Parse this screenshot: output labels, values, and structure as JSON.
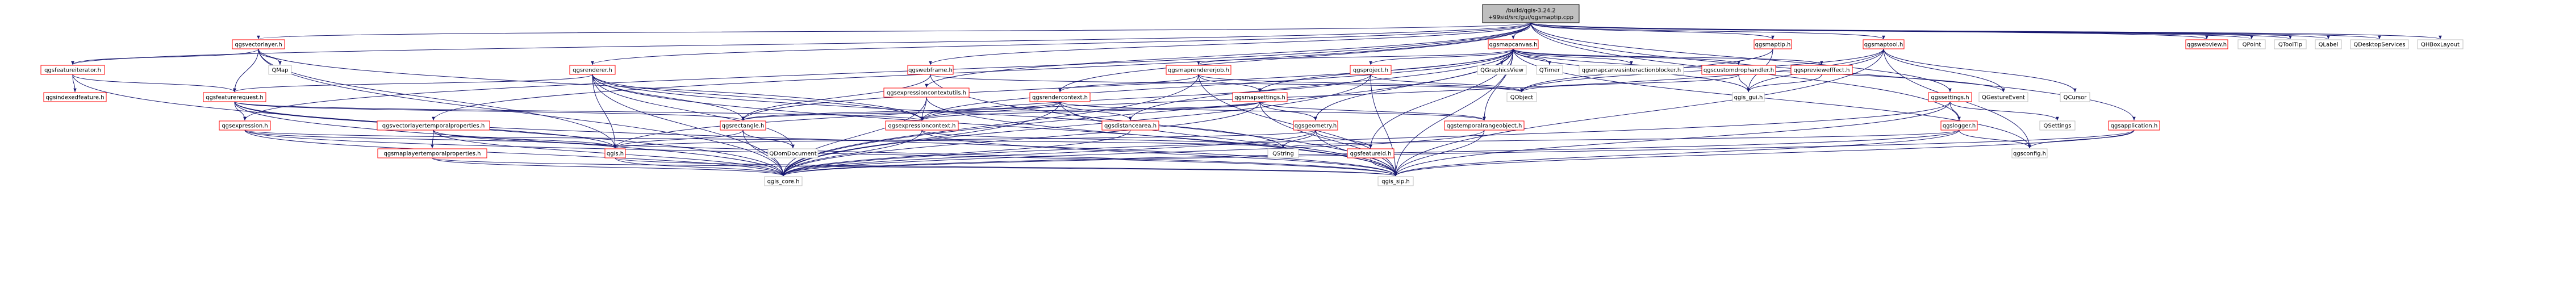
{
  "graph": {
    "root": "qgsmaptip.cpp",
    "colors": {
      "root_fill": "#bfbfbf",
      "root_stroke": "#000000",
      "node_stroke_linked": "#ff0000",
      "node_stroke_plain": "#bfbfbf",
      "node_fill": "#ffffff",
      "edge": "#191970"
    },
    "nodes": [
      {
        "id": "root",
        "lines": [
          "/build/qgis-3.24.2",
          "+99sid/src/gui/qgsmaptip.cpp"
        ],
        "type": "root"
      },
      {
        "id": "qgsvectorlayer",
        "lines": [
          "qgsvectorlayer.h"
        ],
        "type": "linked"
      },
      {
        "id": "qgsmapcanvas",
        "lines": [
          "qgsmapcanvas.h"
        ],
        "type": "linked"
      },
      {
        "id": "qgsmaptip",
        "lines": [
          "qgsmaptip.h"
        ],
        "type": "linked"
      },
      {
        "id": "qgsmaptool",
        "lines": [
          "qgsmaptool.h"
        ],
        "type": "linked"
      },
      {
        "id": "qgswebview",
        "lines": [
          "qgswebview.h"
        ],
        "type": "linked"
      },
      {
        "id": "QPoint",
        "lines": [
          "QPoint"
        ],
        "type": "plain"
      },
      {
        "id": "QToolTip",
        "lines": [
          "QToolTip"
        ],
        "type": "plain"
      },
      {
        "id": "QLabel",
        "lines": [
          "QLabel"
        ],
        "type": "plain"
      },
      {
        "id": "QDesktopServices",
        "lines": [
          "QDesktopServices"
        ],
        "type": "plain"
      },
      {
        "id": "QHBoxLayout",
        "lines": [
          "QHBoxLayout"
        ],
        "type": "plain"
      },
      {
        "id": "qgsfeatureiterator",
        "lines": [
          "qgsfeatureiterator.h"
        ],
        "type": "linked"
      },
      {
        "id": "QMap",
        "lines": [
          "QMap"
        ],
        "type": "plain"
      },
      {
        "id": "qgsrenderer",
        "lines": [
          "qgsrenderer.h"
        ],
        "type": "linked"
      },
      {
        "id": "qgswebframe",
        "lines": [
          "qgswebframe.h"
        ],
        "type": "linked"
      },
      {
        "id": "qgsexpressioncontextutils",
        "lines": [
          "qgsexpressioncontextutils.h"
        ],
        "type": "linked"
      },
      {
        "id": "qgsmaprendererjob",
        "lines": [
          "qgsmaprendererjob.h"
        ],
        "type": "linked"
      },
      {
        "id": "qgsproject",
        "lines": [
          "qgsproject.h"
        ],
        "type": "linked"
      },
      {
        "id": "QGraphicsView",
        "lines": [
          "QGraphicsView"
        ],
        "type": "plain"
      },
      {
        "id": "QTimer",
        "lines": [
          "QTimer"
        ],
        "type": "plain"
      },
      {
        "id": "qgsmapcanvasinteractionblocker",
        "lines": [
          "qgsmapcanvasinteractionblocker.h"
        ],
        "type": "plain"
      },
      {
        "id": "qgscustomdrophandler",
        "lines": [
          "qgscustomdrophandler.h"
        ],
        "type": "linked"
      },
      {
        "id": "qgspreviewefffect",
        "lines": [
          "qgspreviewefffect.h"
        ],
        "type": "linked"
      },
      {
        "id": "qgsindexedfeature",
        "lines": [
          "qgsindexedfeature.h"
        ],
        "type": "linked"
      },
      {
        "id": "qgsfeaturerequest",
        "lines": [
          "qgsfeaturerequest.h"
        ],
        "type": "linked"
      },
      {
        "id": "qgsrendercontext",
        "lines": [
          "qgsrendercontext.h"
        ],
        "type": "linked"
      },
      {
        "id": "qgsmapsettings",
        "lines": [
          "qgsmapsettings.h"
        ],
        "type": "linked"
      },
      {
        "id": "QObject",
        "lines": [
          "QObject"
        ],
        "type": "plain"
      },
      {
        "id": "qgs_gui",
        "lines": [
          "qgis_gui.h"
        ],
        "type": "plain"
      },
      {
        "id": "qgssettings",
        "lines": [
          "qgssettings.h"
        ],
        "type": "linked"
      },
      {
        "id": "QGestureEvent",
        "lines": [
          "QGestureEvent"
        ],
        "type": "plain"
      },
      {
        "id": "QCursor",
        "lines": [
          "QCursor"
        ],
        "type": "plain"
      },
      {
        "id": "qgsexpression",
        "lines": [
          "qgsexpression.h"
        ],
        "type": "linked"
      },
      {
        "id": "qgsvectorlayertemporalproperties",
        "lines": [
          "qgsvectorlayertemporalproperties.h"
        ],
        "type": "linked"
      },
      {
        "id": "qgsrectangle",
        "lines": [
          "qgsrectangle.h"
        ],
        "type": "linked"
      },
      {
        "id": "qgsexpressioncontext",
        "lines": [
          "qgsexpressioncontext.h"
        ],
        "type": "linked"
      },
      {
        "id": "qgsdistancearea",
        "lines": [
          "qgsdistancearea.h"
        ],
        "type": "linked"
      },
      {
        "id": "qgsgeometry",
        "lines": [
          "qgsgeometry.h"
        ],
        "type": "linked"
      },
      {
        "id": "qgstemporalrangeobject",
        "lines": [
          "qgstemporalrangeobject.h"
        ],
        "type": "linked"
      },
      {
        "id": "qgslogger",
        "lines": [
          "qgslogger.h"
        ],
        "type": "linked"
      },
      {
        "id": "QSettings",
        "lines": [
          "QSettings"
        ],
        "type": "plain"
      },
      {
        "id": "qgsapplication",
        "lines": [
          "qgsapplication.h"
        ],
        "type": "linked"
      },
      {
        "id": "qgsmaplayertemporalproperties",
        "lines": [
          "qgsmaplayertemporalproperties.h"
        ],
        "type": "linked"
      },
      {
        "id": "qgis",
        "lines": [
          "qgis.h"
        ],
        "type": "linked"
      },
      {
        "id": "QDomDocument",
        "lines": [
          "QDomDocument"
        ],
        "type": "plain"
      },
      {
        "id": "QString",
        "lines": [
          "QString"
        ],
        "type": "plain"
      },
      {
        "id": "qgsfeatureid",
        "lines": [
          "qgsfeatureid.h"
        ],
        "type": "linked"
      },
      {
        "id": "qgsconfig",
        "lines": [
          "qgsconfig.h"
        ],
        "type": "plain"
      },
      {
        "id": "qgis_core",
        "lines": [
          "qgis_core.h"
        ],
        "type": "plain"
      },
      {
        "id": "qgis_sip",
        "lines": [
          "qgis_sip.h"
        ],
        "type": "plain"
      }
    ],
    "edges": [
      [
        "root",
        "qgsvectorlayer"
      ],
      [
        "root",
        "qgsmapcanvas"
      ],
      [
        "root",
        "qgsmaptip"
      ],
      [
        "root",
        "qgsmaptool"
      ],
      [
        "root",
        "qgswebview"
      ],
      [
        "root",
        "QPoint"
      ],
      [
        "root",
        "QToolTip"
      ],
      [
        "root",
        "QLabel"
      ],
      [
        "root",
        "QDesktopServices"
      ],
      [
        "root",
        "QHBoxLayout"
      ],
      [
        "root",
        "qgsfeatureiterator"
      ],
      [
        "root",
        "qgsrenderer"
      ],
      [
        "root",
        "qgsexpression"
      ],
      [
        "root",
        "qgswebframe"
      ],
      [
        "root",
        "qgsexpressioncontextutils"
      ],
      [
        "root",
        "qgsrendercontext"
      ],
      [
        "root",
        "qgslogger"
      ],
      [
        "root",
        "qgssettings"
      ],
      [
        "root",
        "qgsapplication"
      ],
      [
        "root",
        "qgsvectorlayertemporalproperties"
      ],
      [
        "qgsvectorlayer",
        "qgsfeatureiterator"
      ],
      [
        "qgsvectorlayer",
        "QMap"
      ],
      [
        "qgsvectorlayer",
        "qgsfeaturerequest"
      ],
      [
        "qgsvectorlayer",
        "qgsexpressioncontext"
      ],
      [
        "qgsvectorlayer",
        "qgis"
      ],
      [
        "qgsvectorlayer",
        "qgis_core"
      ],
      [
        "qgsfeatureiterator",
        "qgsfeaturerequest"
      ],
      [
        "qgsfeatureiterator",
        "qgsindexedfeature"
      ],
      [
        "qgsfeatureiterator",
        "qgis_core"
      ],
      [
        "qgsfeaturerequest",
        "qgsexpression"
      ],
      [
        "qgsfeaturerequest",
        "qgsrectangle"
      ],
      [
        "qgsfeaturerequest",
        "qgsexpressioncontext"
      ],
      [
        "qgsfeaturerequest",
        "qgis"
      ],
      [
        "qgsfeaturerequest",
        "qgis_core"
      ],
      [
        "qgsfeaturerequest",
        "qgis_sip"
      ],
      [
        "qgsexpression",
        "qgis"
      ],
      [
        "qgsexpression",
        "QString"
      ],
      [
        "qgsexpression",
        "qgis_core"
      ],
      [
        "qgsexpression",
        "qgis_sip"
      ],
      [
        "qgsvectorlayertemporalproperties",
        "qgsmaplayertemporalproperties"
      ],
      [
        "qgsvectorlayertemporalproperties",
        "qgis"
      ],
      [
        "qgsvectorlayertemporalproperties",
        "qgis_core"
      ],
      [
        "qgsvectorlayertemporalproperties",
        "qgis_sip"
      ],
      [
        "qgsmaplayertemporalproperties",
        "qgis_core"
      ],
      [
        "qgsmaplayertemporalproperties",
        "qgis_sip"
      ],
      [
        "qgsrenderer",
        "qgsfeaturerequest"
      ],
      [
        "qgsrenderer",
        "qgsrectangle"
      ],
      [
        "qgsrenderer",
        "qgsexpressioncontext"
      ],
      [
        "qgsrenderer",
        "QDomDocument"
      ],
      [
        "qgsrenderer",
        "qgis"
      ],
      [
        "qgsrenderer",
        "qgis_core"
      ],
      [
        "qgsrenderer",
        "qgis_sip"
      ],
      [
        "qgsrenderer",
        "QString"
      ],
      [
        "qgswebframe",
        "qgsrectangle"
      ],
      [
        "qgswebframe",
        "QObject"
      ],
      [
        "qgswebframe",
        "qgis_sip"
      ],
      [
        "qgsexpressioncontextutils",
        "qgsexpressioncontext"
      ],
      [
        "qgsexpressioncontextutils",
        "qgis_core"
      ],
      [
        "qgsexpressioncontextutils",
        "qgis_sip"
      ],
      [
        "qgsmapcanvas",
        "qgsexpressioncontext"
      ],
      [
        "qgsmapcanvas",
        "qgsmaprendererjob"
      ],
      [
        "qgsmapcanvas",
        "qgsproject"
      ],
      [
        "qgsmapcanvas",
        "QGraphicsView"
      ],
      [
        "qgsmapcanvas",
        "QTimer"
      ],
      [
        "qgsmapcanvas",
        "qgsmapcanvasinteractionblocker"
      ],
      [
        "qgsmapcanvas",
        "qgscustomdrophandler"
      ],
      [
        "qgsmapcanvas",
        "qgspreviewefffect"
      ],
      [
        "qgsmapcanvas",
        "qgs_gui"
      ],
      [
        "qgsmapcanvas",
        "qgsmapsettings"
      ],
      [
        "qgsmapcanvas",
        "qgsrectangle"
      ],
      [
        "qgsmapcanvas",
        "qgsdistancearea"
      ],
      [
        "qgsmapcanvas",
        "qgsgeometry"
      ],
      [
        "qgsmapcanvas",
        "qgstemporalrangeobject"
      ],
      [
        "qgsmapcanvas",
        "qgsfeatureid"
      ],
      [
        "qgsmapcanvas",
        "qgsconfig"
      ],
      [
        "qgsmapcanvas",
        "qgis_sip"
      ],
      [
        "qgsmapcanvas",
        "QGestureEvent"
      ],
      [
        "qgsmapcanvas",
        "qgis_core"
      ],
      [
        "qgsmaprendererjob",
        "qgsrendercontext"
      ],
      [
        "qgsmaprendererjob",
        "qgsmapsettings"
      ],
      [
        "qgsmaprendererjob",
        "QObject"
      ],
      [
        "qgsmaprendererjob",
        "qgis_core"
      ],
      [
        "qgsmaprendererjob",
        "qgis_sip"
      ],
      [
        "qgsproject",
        "QObject"
      ],
      [
        "qgsproject",
        "qgis_core"
      ],
      [
        "qgsproject",
        "qgis_sip"
      ],
      [
        "qgsproject",
        "qgsexpressioncontext"
      ],
      [
        "qgscustomdrophandler",
        "QObject"
      ],
      [
        "qgscustomdrophandler",
        "qgs_gui"
      ],
      [
        "qgspreviewefffect",
        "qgs_gui"
      ],
      [
        "qgsrendercontext",
        "qgsexpressioncontext"
      ],
      [
        "qgsrendercontext",
        "qgsrectangle"
      ],
      [
        "qgsrendercontext",
        "qgsdistancearea"
      ],
      [
        "qgsrendercontext",
        "qgstemporalrangeobject"
      ],
      [
        "qgsrendercontext",
        "qgis_core"
      ],
      [
        "qgsrendercontext",
        "qgis_sip"
      ],
      [
        "qgsmapsettings",
        "qgsrectangle"
      ],
      [
        "qgsmapsettings",
        "qgsgeometry"
      ],
      [
        "qgsmapsettings",
        "qgstemporalrangeobject"
      ],
      [
        "qgsmapsettings",
        "qgsexpressioncontext"
      ],
      [
        "qgsmapsettings",
        "qgis_core"
      ],
      [
        "qgsmapsettings",
        "qgis_sip"
      ],
      [
        "qgsrectangle",
        "QDomDocument"
      ],
      [
        "qgsrectangle",
        "qgis_core"
      ],
      [
        "qgsrectangle",
        "qgis"
      ],
      [
        "qgsexpressioncontext",
        "QString"
      ],
      [
        "qgsexpressioncontext",
        "qgis_core"
      ],
      [
        "qgsexpressioncontext",
        "qgis_sip"
      ],
      [
        "qgsdistancearea",
        "qgis_core"
      ],
      [
        "qgsgeometry",
        "qgis"
      ],
      [
        "qgsgeometry",
        "qgsfeatureid"
      ],
      [
        "qgsgeometry",
        "QString"
      ],
      [
        "qgsgeometry",
        "qgis_core"
      ],
      [
        "qgsgeometry",
        "qgis_sip"
      ],
      [
        "qgstemporalrangeobject",
        "qgis_core"
      ],
      [
        "qgstemporalrangeobject",
        "qgis_sip"
      ],
      [
        "qgsfeatureid",
        "qgis_sip"
      ],
      [
        "qgis",
        "qgis_core"
      ],
      [
        "qgis",
        "qgis_sip"
      ],
      [
        "qgsmaptip",
        "qgs_gui"
      ],
      [
        "qgsmaptip",
        "QObject"
      ],
      [
        "qgsmaptool",
        "qgs_gui"
      ],
      [
        "qgsmaptool",
        "QObject"
      ],
      [
        "qgsmaptool",
        "QGestureEvent"
      ],
      [
        "qgsmaptool",
        "QCursor"
      ],
      [
        "qgsmaptool",
        "qgsconfig"
      ],
      [
        "qgsmaptool",
        "qgis_sip"
      ],
      [
        "qgsmaptool",
        "qgis"
      ],
      [
        "qgssettings",
        "QSettings"
      ],
      [
        "qgssettings",
        "qgis_core"
      ],
      [
        "qgssettings",
        "qgis_sip"
      ],
      [
        "qgssettings",
        "qgslogger"
      ],
      [
        "qgslogger",
        "qgsconfig"
      ],
      [
        "qgslogger",
        "qgis_core"
      ],
      [
        "qgslogger",
        "qgis_sip"
      ],
      [
        "qgslogger",
        "QString"
      ],
      [
        "qgsapplication",
        "qgsconfig"
      ],
      [
        "qgsapplication",
        "qgis_core"
      ],
      [
        "qgsapplication",
        "qgis_sip"
      ]
    ]
  }
}
